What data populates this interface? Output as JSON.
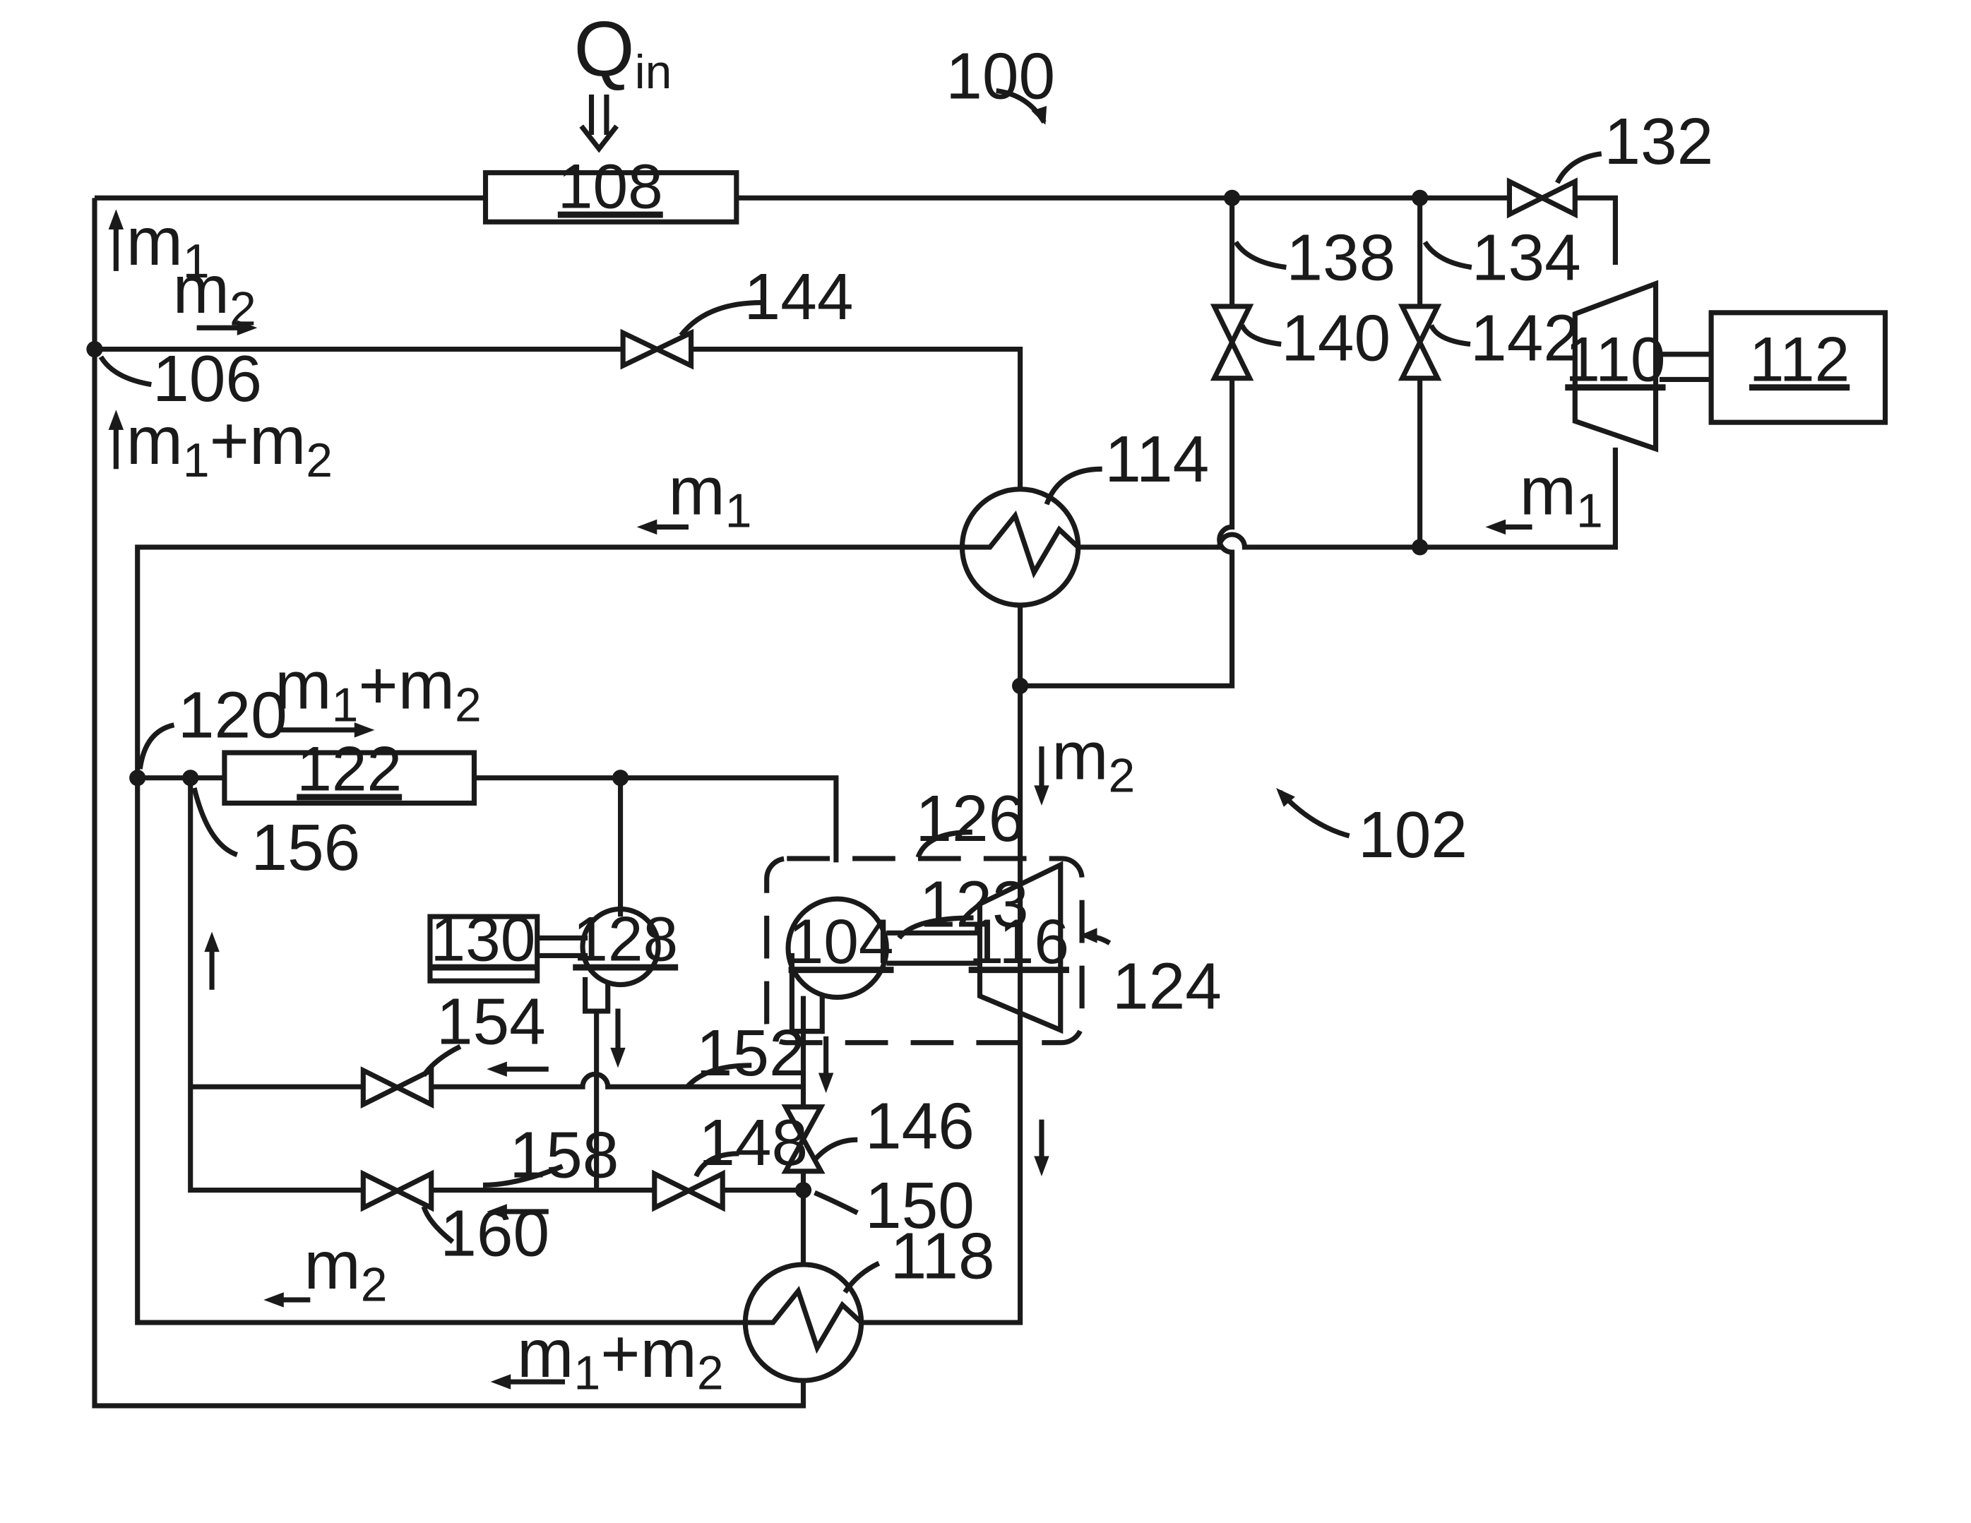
{
  "figure": {
    "system_ref": "100",
    "subsystem_ref": "102",
    "heat_label": "Q",
    "heat_sub": "in"
  },
  "components": {
    "c108": "108",
    "c110": "110",
    "c112": "112",
    "c114": "114",
    "c122": "122",
    "c130": "130",
    "c128": "128",
    "c104": "104",
    "c116": "116",
    "c118": "118",
    "c123": "123",
    "c126": "126",
    "c124": "124"
  },
  "valves": {
    "v132": "132",
    "v140": "140",
    "v142": "142",
    "v144": "144",
    "v146": "146",
    "v148": "148",
    "v154": "154",
    "v160": "160"
  },
  "nodes_and_lines": {
    "n106": "106",
    "n120": "120",
    "n156": "156",
    "n150": "150",
    "l138": "138",
    "l134": "134",
    "l152": "152",
    "l158": "158"
  },
  "flows": {
    "m": "m",
    "s1": "1",
    "s2": "2",
    "plus": "+"
  }
}
